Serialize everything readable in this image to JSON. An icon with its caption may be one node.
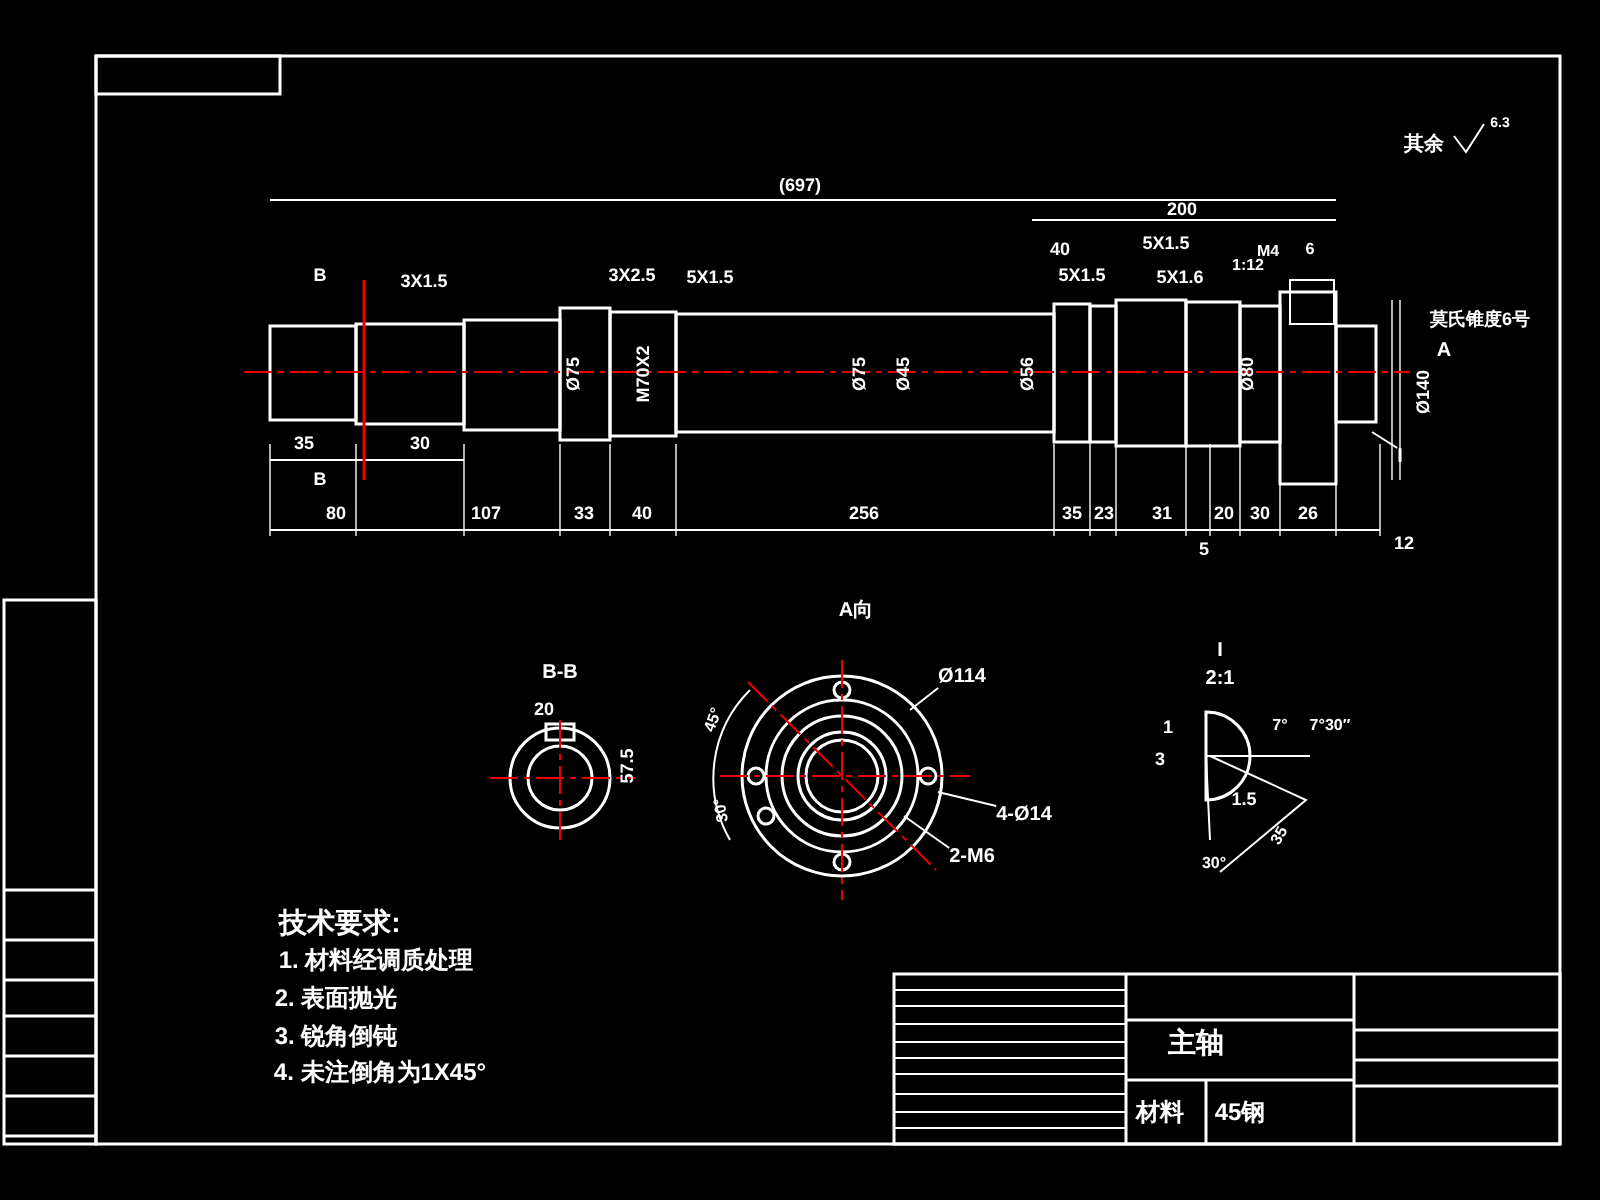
{
  "diagram": {
    "nodes": [
      {
        "text": [
          "Ø114"
        ]
      },
      {
        "text": [
          "4-Ø14"
        ]
      },
      {
        "text": [
          "2-M6"
        ]
      },
      {
        "text": [
          "I"
        ]
      }
    ],
    "edges": [
      {
        "from": 0,
        "to": null,
        "arrow": "none"
      },
      {
        "from": 1,
        "to": null,
        "arrow": "none"
      },
      {
        "from": 2,
        "to": null,
        "arrow": "none"
      },
      {
        "from": 3,
        "to": null,
        "arrow": "none"
      }
    ],
    "labels": [
      "其余",
      "6.3",
      "(697)",
      "200",
      "40",
      "M4",
      "6",
      "3X1.5",
      "3X2.5",
      "5X1.5",
      "5X1.5",
      "5X1.5",
      "5X1.6",
      "1:12",
      "Ø75",
      "M70X2",
      "Ø75",
      "Ø45",
      "Ø56",
      "Ø80",
      "Ø140",
      "莫氏锥度6号",
      "B",
      "B",
      "A",
      "35",
      "30",
      "80",
      "107",
      "33",
      "40",
      "256",
      "35",
      "23",
      "31",
      "20",
      "30",
      "26",
      "12",
      "5",
      "B-B",
      "20",
      "57.5",
      "A向",
      "45°",
      "30°",
      "I",
      "2:1",
      "1",
      "7°",
      "7°30″",
      "3",
      "1.5",
      "35",
      "30°",
      "技术要求:",
      "1. 材料经调质处理",
      "2. 表面抛光",
      "3. 锐角倒钝",
      "4. 未注倒角为1X45°",
      "主轴",
      "材料",
      "45钢"
    ]
  }
}
